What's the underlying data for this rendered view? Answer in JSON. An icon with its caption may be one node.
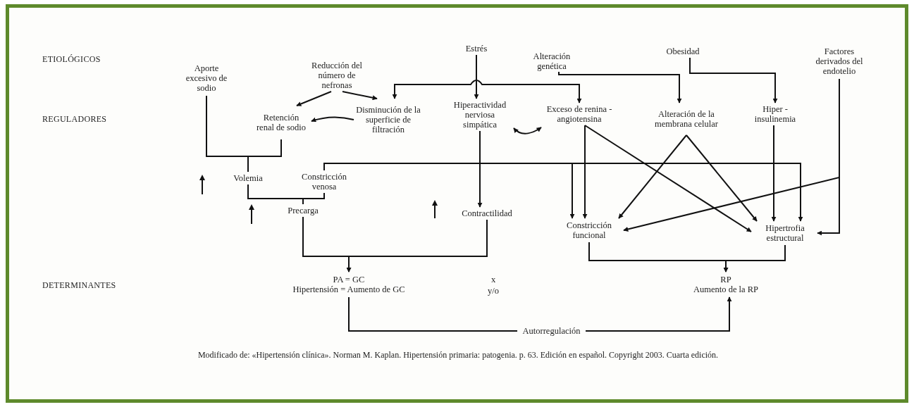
{
  "diagram": {
    "caption": "Modificado de: «Hipertensión clínica». Norman M. Kaplan. Hipertensión primaria: patogenia. p. 63. Edición en español. Copyright 2003. Cuarta edición.",
    "nodes": [
      {
        "text": [
          "Aporte excesivo de sodio"
        ]
      },
      {
        "text": [
          "Reducción del número de nefronas"
        ]
      },
      {
        "text": [
          "Estrés"
        ]
      },
      {
        "text": [
          "Alteración genética"
        ]
      },
      {
        "text": [
          "Obesidad"
        ]
      },
      {
        "text": [
          "Factores derivados del endotelio"
        ]
      },
      {
        "text": [
          "Retención renal de sodio"
        ]
      },
      {
        "text": [
          "Disminución de la superficie de filtración"
        ]
      },
      {
        "text": [
          "Hiperactividad nerviosa simpática"
        ]
      },
      {
        "text": [
          "Exceso de renina - angiotensina"
        ]
      },
      {
        "text": [
          "Alteración de la membrana celular"
        ]
      },
      {
        "text": [
          "Hiper - insulinemia"
        ]
      },
      {
        "text": [
          "Volemia"
        ]
      },
      {
        "text": [
          "Constricción venosa"
        ]
      },
      {
        "text": [
          "Precarga"
        ]
      },
      {
        "text": [
          "Contractilidad"
        ]
      },
      {
        "text": [
          "Constricción funcional"
        ]
      },
      {
        "text": [
          "Hipertrofia estructural"
        ]
      },
      {
        "text": [
          "PA = GC",
          "Hipertensión = Aumento de GC"
        ]
      },
      {
        "text": [
          "RP",
          "Aumento de la RP"
        ]
      }
    ],
    "edges": [
      {
        "from": 1,
        "to": 6,
        "arrow": "to"
      },
      {
        "from": 1,
        "to": 7,
        "arrow": "to"
      },
      {
        "from": 2,
        "to": 8,
        "arrow": "to"
      },
      {
        "from": 7,
        "to": 9,
        "arrow": "both"
      },
      {
        "from": 3,
        "to": 10,
        "arrow": "to"
      },
      {
        "from": 4,
        "to": 11,
        "arrow": "to"
      },
      {
        "from": 7,
        "to": 6,
        "arrow": "to"
      },
      {
        "from": 8,
        "to": 9,
        "arrow": "both"
      },
      {
        "from": 0,
        "to": 12,
        "arrow": "none"
      },
      {
        "from": 6,
        "to": 12,
        "arrow": "none"
      },
      {
        "from": 12,
        "to": 14,
        "arrow": "none"
      },
      {
        "from": 13,
        "to": 14,
        "arrow": "none"
      },
      {
        "from": 14,
        "to": 18,
        "arrow": "to"
      },
      {
        "from": 15,
        "to": 18,
        "arrow": "to"
      },
      {
        "from": 8,
        "to": 15,
        "arrow": "to"
      },
      {
        "from": 13,
        "to": 16,
        "arrow": "to"
      },
      {
        "from": 13,
        "to": 17,
        "arrow": "to"
      },
      {
        "from": 9,
        "to": 16,
        "arrow": "to"
      },
      {
        "from": 9,
        "to": 17,
        "arrow": "to"
      },
      {
        "from": 10,
        "to": 16,
        "arrow": "to"
      },
      {
        "from": 10,
        "to": 17,
        "arrow": "to"
      },
      {
        "from": 11,
        "to": 17,
        "arrow": "to"
      },
      {
        "from": 5,
        "to": 17,
        "arrow": "to"
      },
      {
        "from": 5,
        "to": 16,
        "arrow": "to"
      },
      {
        "from": 16,
        "to": 19,
        "arrow": "to"
      },
      {
        "from": 17,
        "to": 19,
        "arrow": "to"
      },
      {
        "from": 18,
        "to": 19,
        "arrow": "to",
        "label": "Autorregulación"
      }
    ],
    "labels": [
      "ETIOLÓGICOS",
      "REGULADORES",
      "DETERMINANTES",
      "x",
      "y/o"
    ]
  }
}
